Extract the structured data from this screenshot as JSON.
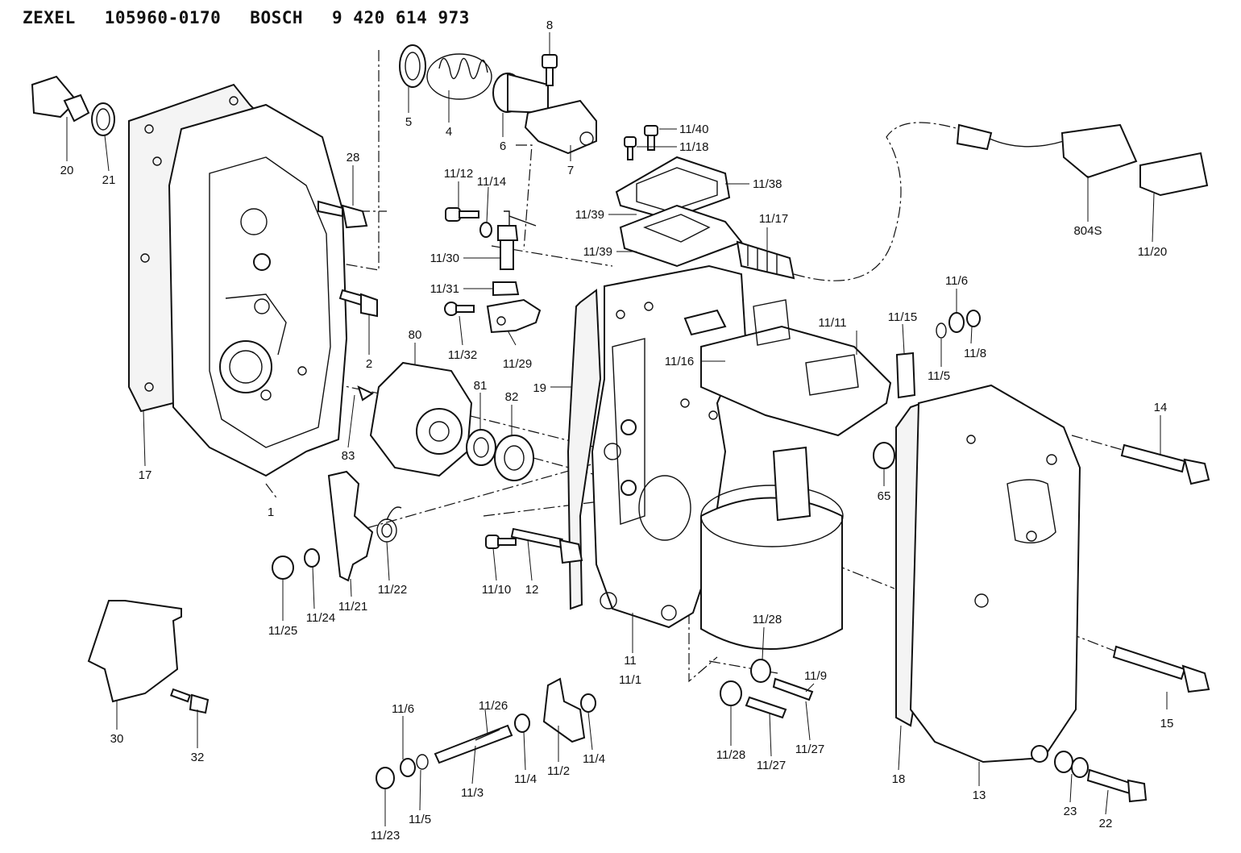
{
  "header": {
    "brand1": "ZEXEL",
    "num1": "105960-0170",
    "brand2": "BOSCH",
    "num2": "9 420 614 973"
  },
  "labels": [
    {
      "id": "p8",
      "text": "8"
    },
    {
      "id": "p5",
      "text": "5"
    },
    {
      "id": "p4",
      "text": "4"
    },
    {
      "id": "p6",
      "text": "6"
    },
    {
      "id": "p7",
      "text": "7"
    },
    {
      "id": "p20",
      "text": "20"
    },
    {
      "id": "p21",
      "text": "21"
    },
    {
      "id": "p28",
      "text": "28"
    },
    {
      "id": "p2",
      "text": "2"
    },
    {
      "id": "p17",
      "text": "17"
    },
    {
      "id": "p1",
      "text": "1"
    },
    {
      "id": "p80",
      "text": "80"
    },
    {
      "id": "p81",
      "text": "81"
    },
    {
      "id": "p82",
      "text": "82"
    },
    {
      "id": "p83",
      "text": "83"
    },
    {
      "id": "p1112",
      "text": "11/12"
    },
    {
      "id": "p1114",
      "text": "11/14"
    },
    {
      "id": "p1130",
      "text": "11/30"
    },
    {
      "id": "p1131",
      "text": "11/31"
    },
    {
      "id": "p1132",
      "text": "11/32"
    },
    {
      "id": "p1129",
      "text": "11/29"
    },
    {
      "id": "p1140",
      "text": "11/40"
    },
    {
      "id": "p1118",
      "text": "11/18"
    },
    {
      "id": "p1138",
      "text": "11/38"
    },
    {
      "id": "p1139a",
      "text": "11/39"
    },
    {
      "id": "p1139b",
      "text": "11/39"
    },
    {
      "id": "p1117",
      "text": "11/17"
    },
    {
      "id": "p804s",
      "text": "804S"
    },
    {
      "id": "p1120",
      "text": "11/20"
    },
    {
      "id": "p116a",
      "text": "11/6"
    },
    {
      "id": "p1111",
      "text": "11/11"
    },
    {
      "id": "p1115",
      "text": "11/15"
    },
    {
      "id": "p118",
      "text": "11/8"
    },
    {
      "id": "p115a",
      "text": "11/5"
    },
    {
      "id": "p1116",
      "text": "11/16"
    },
    {
      "id": "p19",
      "text": "19"
    },
    {
      "id": "p14",
      "text": "14"
    },
    {
      "id": "p65",
      "text": "65"
    },
    {
      "id": "p1125",
      "text": "11/25"
    },
    {
      "id": "p1124",
      "text": "11/24"
    },
    {
      "id": "p1121",
      "text": "11/21"
    },
    {
      "id": "p1122",
      "text": "11/22"
    },
    {
      "id": "p1110",
      "text": "11/10"
    },
    {
      "id": "p12",
      "text": "12"
    },
    {
      "id": "p1128a",
      "text": "11/28"
    },
    {
      "id": "p11",
      "text": "11"
    },
    {
      "id": "p111",
      "text": "11/1"
    },
    {
      "id": "p119",
      "text": "11/9"
    },
    {
      "id": "p1128b",
      "text": "11/28"
    },
    {
      "id": "p1127a",
      "text": "11/27"
    },
    {
      "id": "p1127b",
      "text": "11/27"
    },
    {
      "id": "p30",
      "text": "30"
    },
    {
      "id": "p32",
      "text": "32"
    },
    {
      "id": "p116b",
      "text": "11/6"
    },
    {
      "id": "p1126",
      "text": "11/26"
    },
    {
      "id": "p113",
      "text": "11/3"
    },
    {
      "id": "p114a",
      "text": "11/4"
    },
    {
      "id": "p112",
      "text": "11/2"
    },
    {
      "id": "p114b",
      "text": "11/4"
    },
    {
      "id": "p115b",
      "text": "11/5"
    },
    {
      "id": "p1123",
      "text": "11/23"
    },
    {
      "id": "p18",
      "text": "18"
    },
    {
      "id": "p13",
      "text": "13"
    },
    {
      "id": "p15",
      "text": "15"
    },
    {
      "id": "p23",
      "text": "23"
    },
    {
      "id": "p22",
      "text": "22"
    }
  ]
}
